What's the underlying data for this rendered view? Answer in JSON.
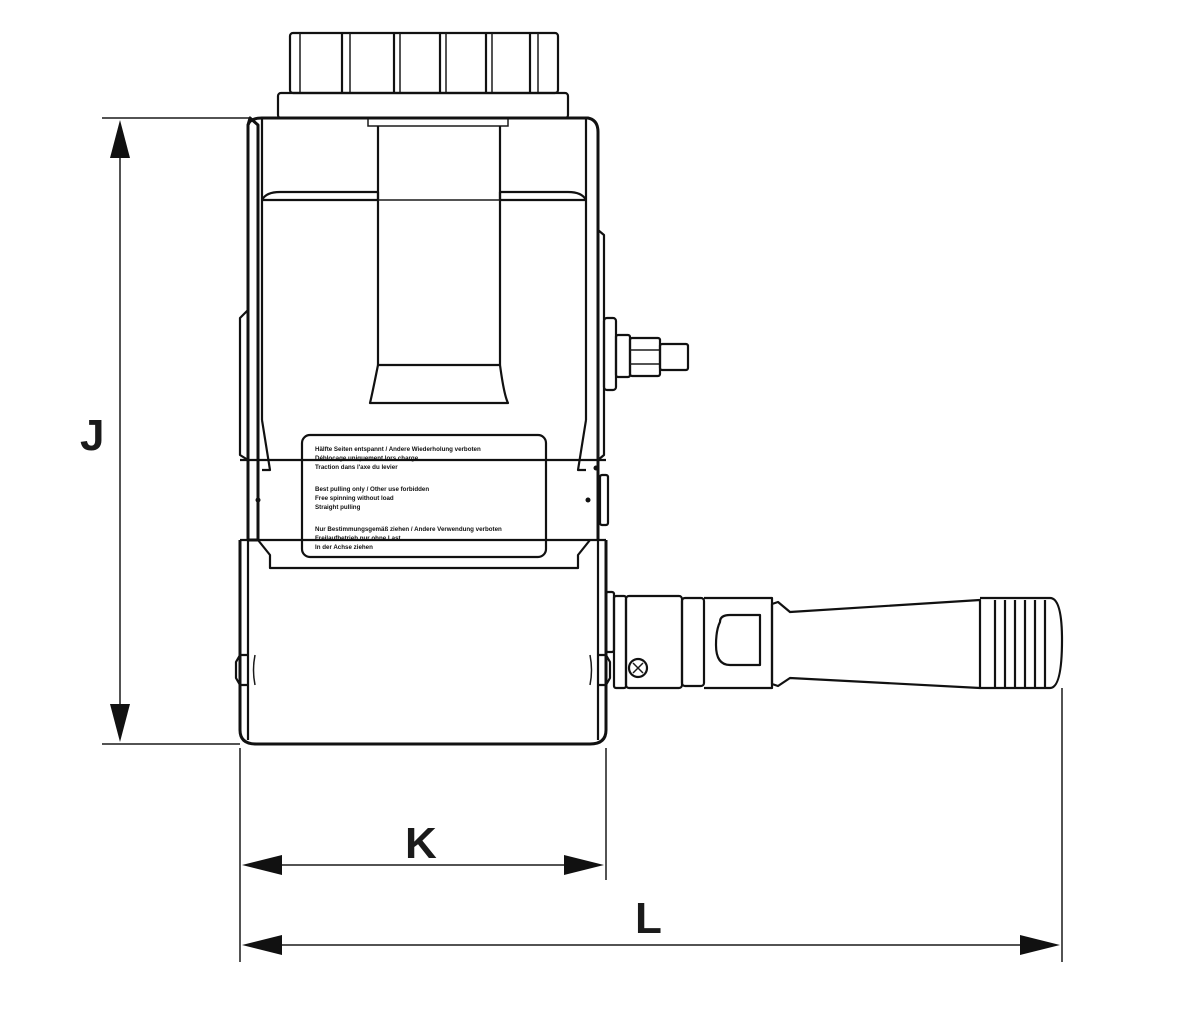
{
  "dimensions": {
    "height_label": "J",
    "body_width_label": "K",
    "overall_length_label": "L"
  },
  "warning_label": {
    "lines": [
      "Hälfte Seiten entspannt / Andere Wiederholung verboten",
      "Déblocage uniquement lors charge",
      "Traction dans l'axe du levier",
      "Best pulling only / Other use forbidden",
      "Free spinning without load",
      "Straight pulling",
      "Nur Bestimmungsgemäß ziehen / Andere Verwendung verboten",
      "Freilaufbetrieb nur ohne Last",
      "In der Achse ziehen"
    ]
  },
  "colors": {
    "line": "#111111",
    "background": "#ffffff"
  }
}
